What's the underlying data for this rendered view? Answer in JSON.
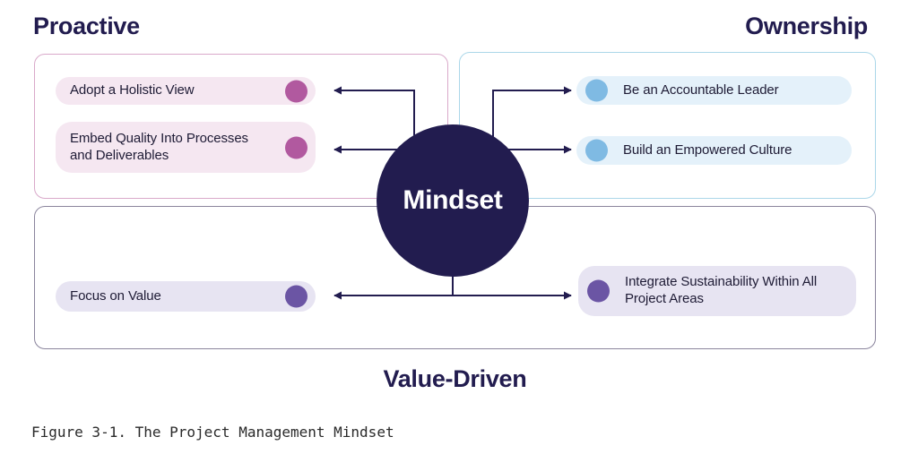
{
  "figure": {
    "center_label": "Mindset",
    "caption": "Figure 3-1. The Project Management Mindset"
  },
  "proactive": {
    "title": "Proactive",
    "items": [
      {
        "label": "Adopt a Holistic View"
      },
      {
        "label": "Embed Quality Into Processes and Deliverables"
      }
    ]
  },
  "ownership": {
    "title": "Ownership",
    "items": [
      {
        "label": "Be an Accountable Leader"
      },
      {
        "label": "Build an Empowered Culture"
      }
    ]
  },
  "value_driven": {
    "title": "Value-Driven",
    "items": [
      {
        "label": "Focus on Value"
      },
      {
        "label": "Integrate Sustainability Within All Project Areas"
      }
    ]
  },
  "colors": {
    "navy": "#221c4f",
    "proactive_border": "#d9a9ca",
    "proactive_pill_bg": "#f5e7f1",
    "proactive_dot": "#b1599f",
    "ownership_border": "#abd7e9",
    "ownership_pill_bg": "#e4f1fa",
    "ownership_dot": "#7fbae3",
    "value_border": "#8b859d",
    "value_pill_bg": "#e7e4f2",
    "value_dot": "#6b55a4",
    "circle_bg": "#221c4f",
    "circle_text": "#ffffff"
  }
}
